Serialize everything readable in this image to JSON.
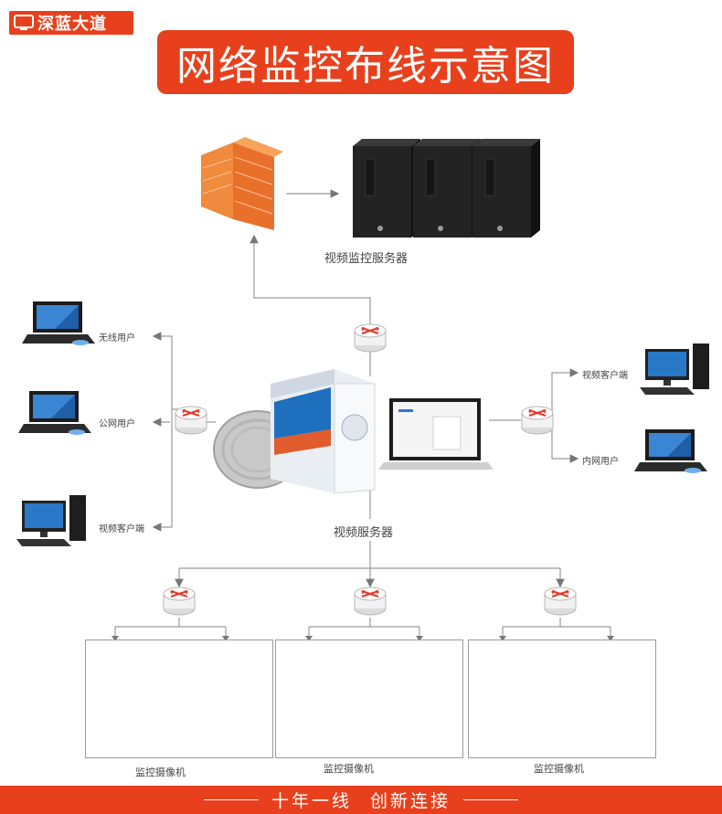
{
  "brand": {
    "name": "深蓝大道",
    "color": "#e8401c"
  },
  "title": "网络监控布线示意图",
  "labels": {
    "video_monitor_server": "视频监控服务器",
    "video_server": "视频服务器",
    "left_clients": [
      "无线用户",
      "公网用户",
      "视频客户端"
    ],
    "right_clients": [
      "视频客户端",
      "内网用户"
    ],
    "camera_groups": [
      "监控摄像机",
      "监控摄像机",
      "监控摄像机"
    ]
  },
  "footer": {
    "left": "十年一线",
    "right": "创新连接"
  },
  "icons": [
    "firewall-icon",
    "server-tower-icon",
    "router-icon",
    "laptop-icon",
    "desktop-icon",
    "cable-box-icon",
    "dvr-icon",
    "webcam-icon",
    "ir-camera-icon"
  ]
}
